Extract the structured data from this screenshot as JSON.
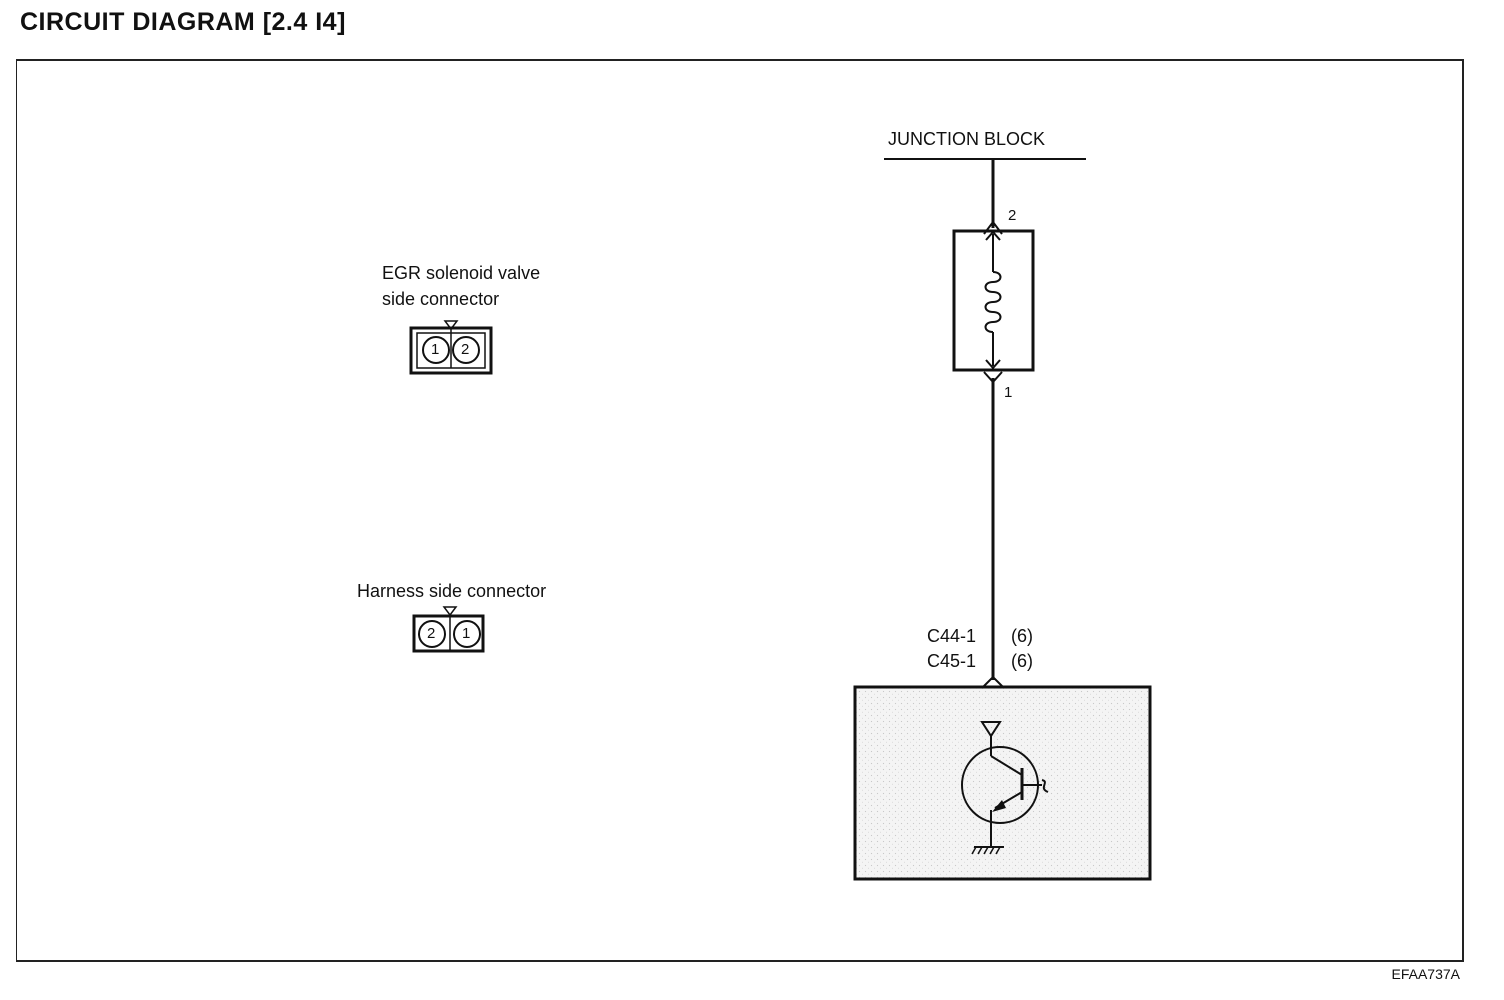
{
  "title": "CIRCUIT DIAGRAM [2.4 I4]",
  "junction_block": "JUNCTION BLOCK",
  "pin_top": "2",
  "pin_bottom": "1",
  "egr_connector_label_line1": "EGR solenoid valve",
  "egr_connector_label_line2": "side connector",
  "egr_pins": [
    "1",
    "2"
  ],
  "harness_connector_label": "Harness side connector",
  "harness_pins": [
    "2",
    "1"
  ],
  "pcm_pin_line1": "C44-1",
  "pcm_pin_line1_note": "(6)",
  "pcm_pin_line2": "C45-1",
  "pcm_pin_line2_note": "(6)",
  "figure_code": "EFAA737A"
}
